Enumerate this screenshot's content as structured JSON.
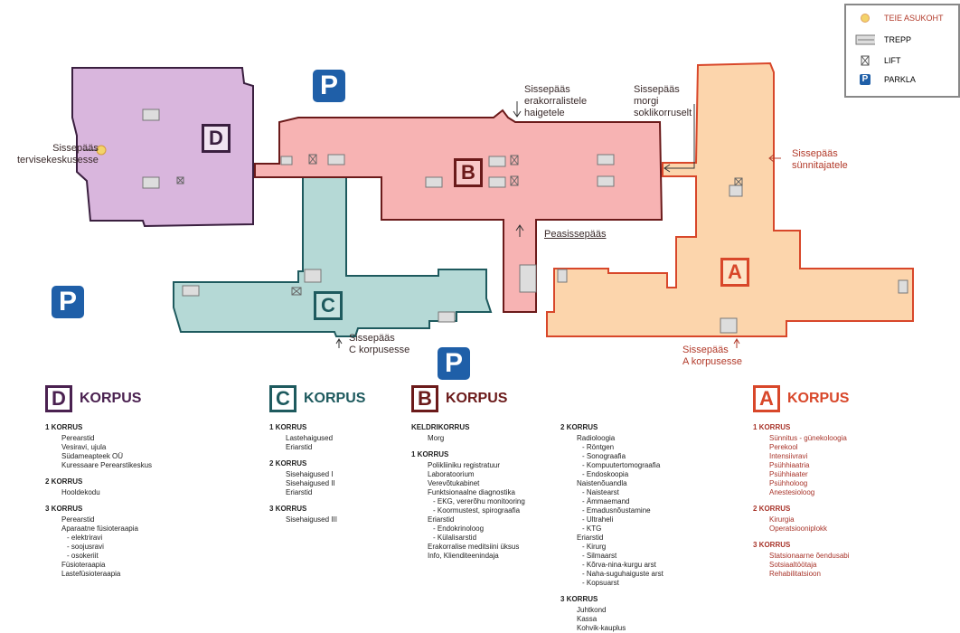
{
  "legend": {
    "items": [
      {
        "label": "TEIE ASUKOHT",
        "icon": "you-are-here-icon"
      },
      {
        "label": "TREPP",
        "icon": "stairs-icon"
      },
      {
        "label": "LIFT",
        "icon": "lift-icon"
      },
      {
        "label": "PARKLA",
        "icon": "parking-icon"
      }
    ]
  },
  "parking": "P",
  "buildings": {
    "D": "D",
    "B": "B",
    "C": "C",
    "A": "A"
  },
  "entrances": {
    "tervis": [
      "Sissepääs",
      "tervisekeskusesse"
    ],
    "erakorr": [
      "Sissepääs",
      "erakorralistele",
      "haigetele"
    ],
    "morgi": [
      "Sissepääs",
      "morgi",
      "soklikorruselt"
    ],
    "synnit": [
      "Sissepääs",
      "sünnitajatele"
    ],
    "pea": "Peasissepääs",
    "c": [
      "Sissepääs",
      "C korpusesse"
    ],
    "a": [
      "Sissepääs",
      "A korpusesse"
    ]
  },
  "colors": {
    "D": "#4a2150",
    "C": "#1e5a5e",
    "B": "#6b1a1a",
    "A": "#d8472a"
  },
  "korpus": [
    {
      "letter": "D",
      "title": "KORPUS",
      "floors": [
        {
          "name": "1 KORRUS",
          "items": [
            "Perearstid",
            "Vesiravi, ujula",
            "Südameapteek OÜ",
            "Kuressaare Perearstikeskus"
          ]
        },
        {
          "name": "2 KORRUS",
          "items": [
            "Hooldekodu"
          ]
        },
        {
          "name": "3 KORRUS",
          "items": [
            "Perearstid",
            "Aparaatne füsioteraapia",
            "- elektriravi",
            "- soojusravi",
            "- osokeriit",
            "Füsioteraapia",
            "Lastefüsioteraapia"
          ]
        }
      ]
    },
    {
      "letter": "C",
      "title": "KORPUS",
      "floors": [
        {
          "name": "1 KORRUS",
          "items": [
            "Lastehaigused",
            "Eriarstid"
          ]
        },
        {
          "name": "2 KORRUS",
          "items": [
            "Sisehaigused I",
            "Sisehaigused II",
            "Eriarstid"
          ]
        },
        {
          "name": "3 KORRUS",
          "items": [
            "Sisehaigused III"
          ]
        }
      ]
    },
    {
      "letter": "B",
      "title": "KORPUS",
      "floors": [
        {
          "name": "KELDRIKORRUS",
          "items": [
            "Morg"
          ]
        },
        {
          "name": "1 KORRUS",
          "items": [
            "Polikliiniku  registratuur",
            "Laboratoorium",
            "Verevõtukabinet",
            "Funktsionaalne diagnostika",
            "- EKG, vererõhu monitooring",
            "- Koormustest, spirograafia",
            "Eriarstid",
            "- Endokrinoloog",
            "- Külalisarstid",
            "Erakorralise meditsiini üksus",
            "Info, Klienditeenindaja"
          ]
        }
      ]
    },
    {
      "letter": "",
      "title": "",
      "floors": [
        {
          "name": "2 KORRUS",
          "items": [
            "Radioloogia",
            "- Röntgen",
            "- Sonograafia",
            "- Kompuutertomograafia",
            "- Endoskoopia",
            "Naistenõuandla",
            "- Naistearst",
            "- Ämmaemand",
            "- Emadusnõustamine",
            "- Ultraheli",
            "- KTG",
            "Eriarstid",
            "- Kirurg",
            "- Silmaarst",
            "- Kõrva-nina-kurgu arst",
            "- Naha-suguhaiguste arst",
            "- Kopsuarst"
          ]
        },
        {
          "name": "3 KORRUS",
          "items": [
            "Juhtkond",
            "Kassa",
            "Kohvik-kauplus"
          ]
        }
      ]
    },
    {
      "letter": "A",
      "title": "KORPUS",
      "floors": [
        {
          "name": "1 KORRUS",
          "items": [
            "Sünnitus - günekoloogia",
            "Perekool",
            "Intensiivravi",
            "Psühhiaatria",
            "Psühhiaater",
            "Psühholoog",
            "Anestesioloog"
          ]
        },
        {
          "name": "2 KORRUS",
          "items": [
            "Kirurgia",
            "Operatsiooniplokk"
          ]
        },
        {
          "name": "3 KORRUS",
          "items": [
            "Statsionaarne õendusabi",
            "Sotsiaaltöötaja",
            "Rehabilitatsioon"
          ]
        }
      ]
    }
  ]
}
